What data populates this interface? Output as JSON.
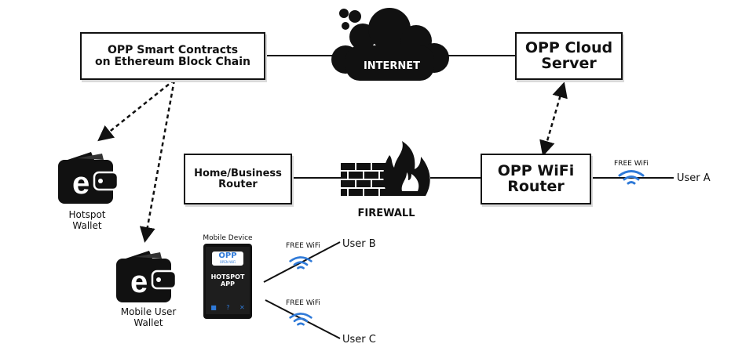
{
  "nodes": {
    "smart_contracts": {
      "line1": "OPP Smart Contracts",
      "line2": "on Ethereum Block Chain"
    },
    "internet": "INTERNET",
    "cloud_server": {
      "line1": "OPP Cloud",
      "line2": "Server"
    },
    "home_router": {
      "line1": "Home/Business",
      "line2": "Router"
    },
    "firewall": "FIREWALL",
    "wifi_router": {
      "line1": "OPP WiFi",
      "line2": "Router"
    },
    "hotspot_wallet": {
      "line1": "Hotspot",
      "line2": "Wallet"
    },
    "mobile_wallet": {
      "line1": "Mobile User",
      "line2": "Wallet"
    },
    "mobile_device": {
      "label": "Mobile Device",
      "logo": "OPP",
      "logo_sub": "OPEN WiFi",
      "app_line1": "HOTSPOT",
      "app_line2": "APP"
    }
  },
  "wifi": {
    "label": "FREE WiFi",
    "color": "#2f7ad8",
    "users": {
      "a": "User A",
      "b": "User B",
      "c": "User C"
    }
  },
  "icons": [
    "cloud-icon",
    "firewall-icon",
    "wallet-icon",
    "wifi-icon",
    "phone-icon"
  ]
}
